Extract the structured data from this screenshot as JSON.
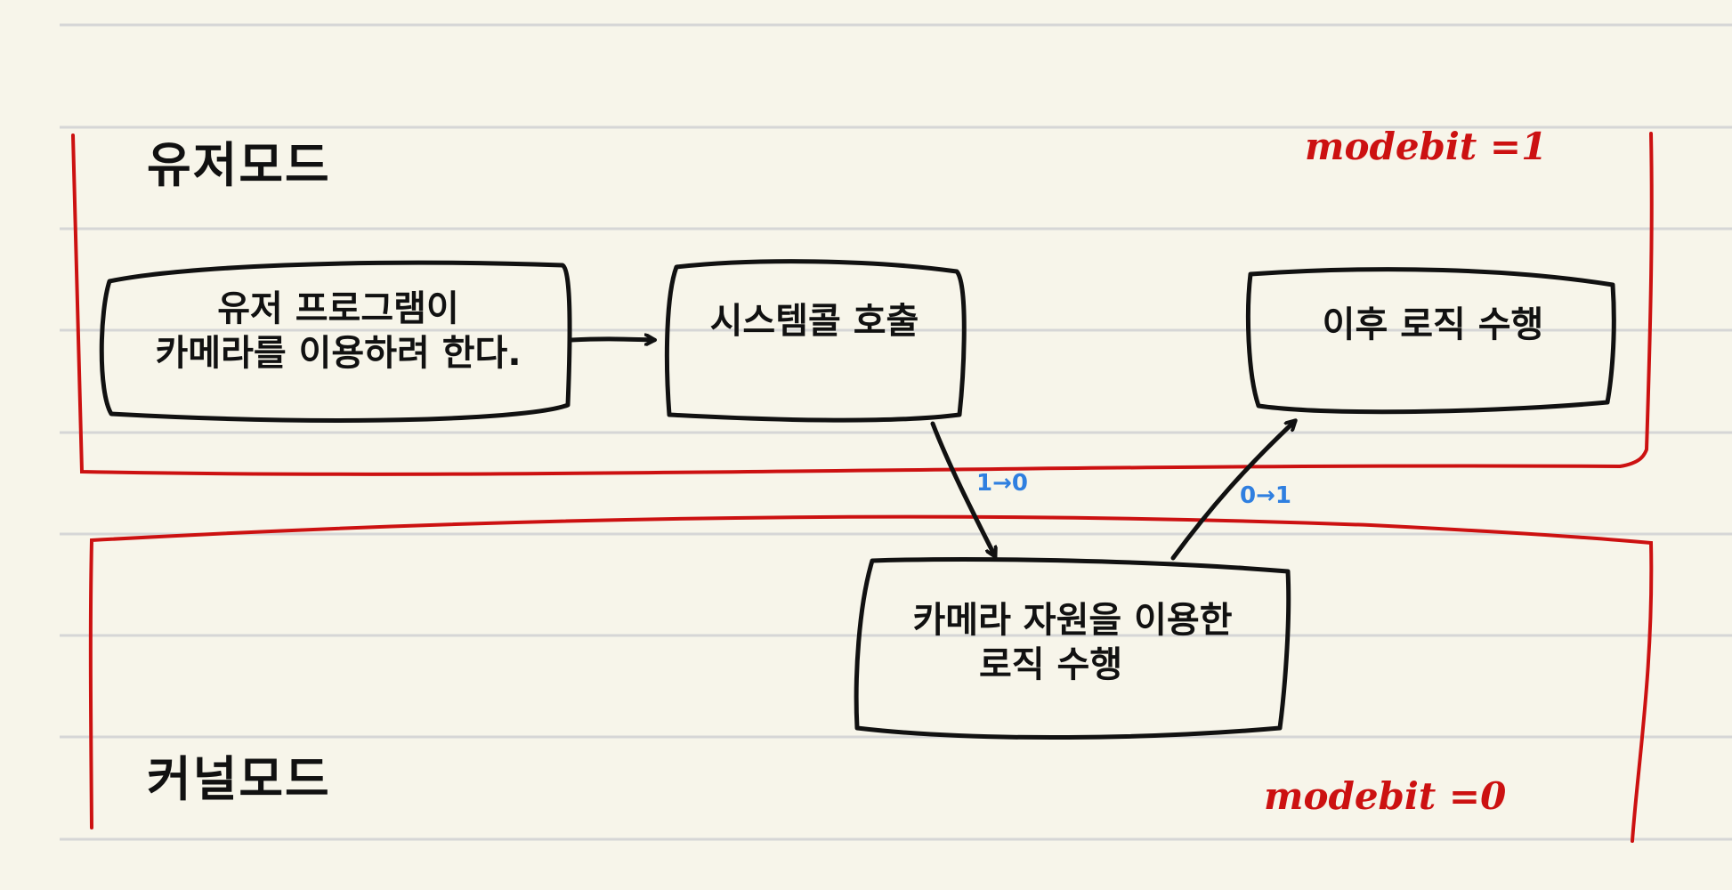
{
  "colors": {
    "paper": "#f7f5ea",
    "rule_line": "#d6d6d6",
    "region_border": "#cc1111",
    "ink": "#111111",
    "modebit_text": "#cc1111",
    "transition_text": "#2f7fe0"
  },
  "user_mode": {
    "title": "유저모드",
    "modebit": "modebit =1"
  },
  "kernel_mode": {
    "title": "커널모드",
    "modebit": "modebit =0"
  },
  "nodes": {
    "user_program": {
      "line1": "유저 프로그램이",
      "line2": "카메라를  이용하려 한다."
    },
    "system_call": {
      "label": "시스템콜 호출"
    },
    "after_logic": {
      "label": "이후 로직 수행"
    },
    "camera_logic": {
      "line1": "카메라 자원을 이용한",
      "line2": "로직 수행"
    }
  },
  "transitions": {
    "to_kernel": "1→0",
    "to_user": "0→1"
  }
}
